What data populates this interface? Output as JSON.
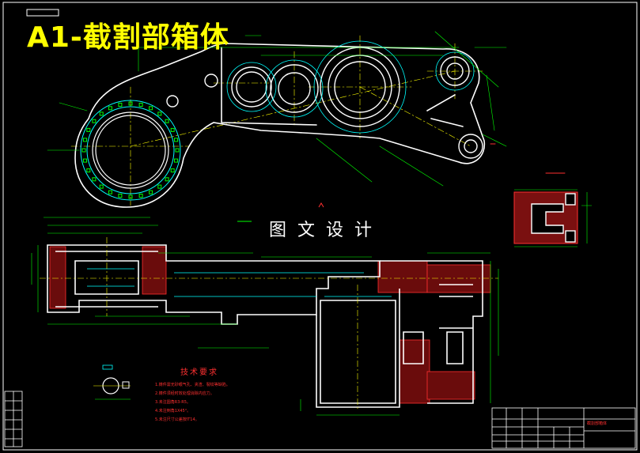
{
  "title": "A1-截割部箱体",
  "watermark": "图文设计",
  "tech_requirements": {
    "heading": "技术要求",
    "items": [
      "1.铸件需无砂眼气孔、夹渣、裂纹等缺陷。",
      "2.铸件须经时效处理消除内应力。",
      "3.未注圆角R3-R5。",
      "4.未注倒角1X45°。",
      "5.未注尺寸公差按IT14。"
    ]
  },
  "title_block": {
    "drawing_name": "截割部箱体"
  },
  "colors": {
    "background": "#000000",
    "outline": "#ffffff",
    "dimension": "#00ff00",
    "centerline": "#ffff00",
    "hatch": "#ff3030",
    "annotation": "#00ffff",
    "title": "#ffff00"
  }
}
